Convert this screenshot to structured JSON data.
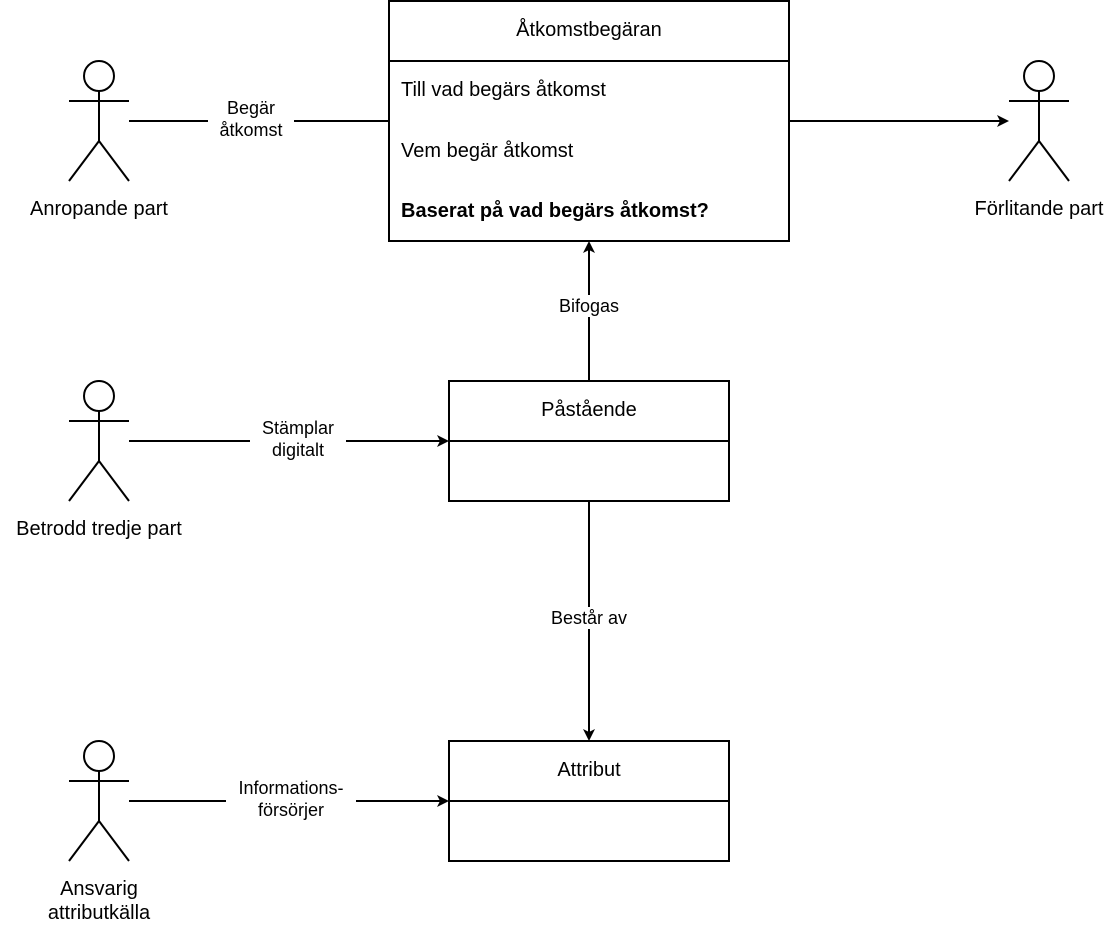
{
  "actors": {
    "requesting_party": "Anropande part",
    "relying_party": "Förlitande part",
    "trusted_third_party": "Betrodd tredje part",
    "attribute_source": [
      "Ansvarig",
      "attributkälla"
    ]
  },
  "classes": {
    "access_request": {
      "title": "Åtkomstbegäran",
      "rows": [
        "Till vad begärs åtkomst",
        "Vem begär åtkomst",
        "Baserat på vad begärs åtkomst?"
      ]
    },
    "claim": {
      "title": "Påstående"
    },
    "attribute": {
      "title": "Attribut"
    }
  },
  "edges": {
    "requests_access": [
      "Begär",
      "åtkomst"
    ],
    "attached": "Bifogas",
    "stamps_digitally": [
      "Stämplar",
      "digitalt"
    ],
    "consists_of": "Består av",
    "provides_information": [
      "Informations-",
      "försörjer"
    ]
  },
  "colors": {
    "stroke": "#000000",
    "fill": "#ffffff"
  }
}
